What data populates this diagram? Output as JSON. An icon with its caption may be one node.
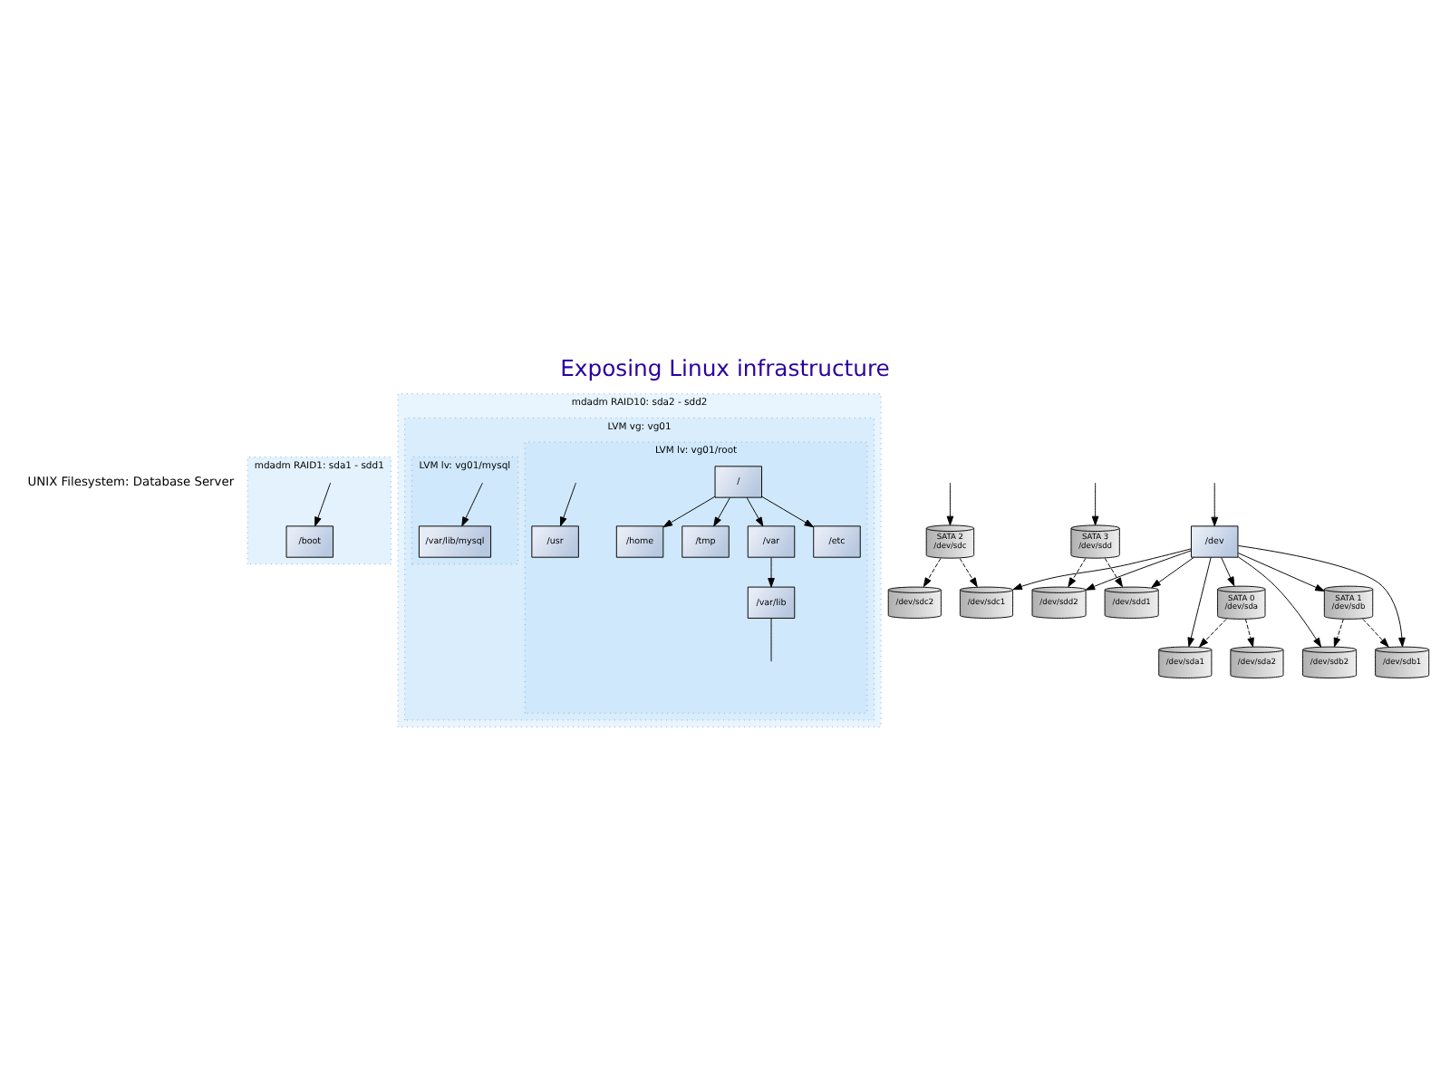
{
  "diagram": {
    "title": "Exposing Linux infrastructure",
    "nodes": [
      {
        "text": [
          "mdadm RAID1: sda1 - sdd1"
        ]
      },
      {
        "text": [
          "/boot"
        ],
        "in": 0
      },
      {
        "text": [
          "mdadm RAID10: sda2 - sdd2"
        ]
      },
      {
        "text": [
          "LVM vg: vg01"
        ],
        "in": 2
      },
      {
        "text": [
          "LVM lv: vg01/root"
        ],
        "in": 3
      },
      {
        "text": [
          "/"
        ],
        "in": 4
      },
      {
        "text": [
          "/usr"
        ],
        "in": 4
      },
      {
        "text": [
          "/var"
        ],
        "in": 4
      },
      {
        "text": [
          "/etc"
        ],
        "in": 4
      },
      {
        "text": [
          "/home"
        ],
        "in": 4
      },
      {
        "text": [
          "/tmp"
        ],
        "in": 4
      },
      {
        "text": [
          "/var/lib"
        ],
        "in": 4
      },
      {
        "text": [
          "LVM lv: vg01/mysql"
        ],
        "in": 3
      },
      {
        "text": [
          "/var/lib/mysql"
        ],
        "in": 12
      },
      {
        "text": [
          "/dev"
        ]
      },
      {
        "text": [
          "SATA 0",
          "/dev/sda"
        ]
      },
      {
        "text": [
          "/dev/sda1"
        ]
      },
      {
        "text": [
          "/dev/sda2"
        ]
      },
      {
        "text": [
          "SATA 1",
          "/dev/sdb"
        ]
      },
      {
        "text": [
          "/dev/sdb1"
        ]
      },
      {
        "text": [
          "/dev/sdb2"
        ]
      },
      {
        "text": [
          "SATA 2",
          "/dev/sdc"
        ]
      },
      {
        "text": [
          "/dev/sdc1"
        ]
      },
      {
        "text": [
          "/dev/sdc2"
        ]
      },
      {
        "text": [
          "SATA 3",
          "/dev/sdd"
        ]
      },
      {
        "text": [
          "/dev/sdd1"
        ]
      },
      {
        "text": [
          "/dev/sdd2"
        ]
      }
    ],
    "edges": [
      {
        "from": null,
        "to": 1,
        "arrow": "to"
      },
      {
        "from": null,
        "to": 6,
        "arrow": "to"
      },
      {
        "from": 5,
        "to": 7,
        "arrow": "to"
      },
      {
        "from": 7,
        "to": 11,
        "arrow": "to"
      },
      {
        "from": 5,
        "to": 8,
        "arrow": "to"
      },
      {
        "from": 5,
        "to": 9,
        "arrow": "to"
      },
      {
        "from": 5,
        "to": 10,
        "arrow": "to"
      },
      {
        "from": 11,
        "to": null,
        "arrow": "none"
      },
      {
        "from": null,
        "to": 13,
        "arrow": "to"
      },
      {
        "from": null,
        "to": 14,
        "arrow": "to"
      },
      {
        "from": 14,
        "to": 16,
        "arrow": "to"
      },
      {
        "from": 14,
        "to": 15,
        "arrow": "to"
      },
      {
        "from": 14,
        "to": 19,
        "arrow": "to"
      },
      {
        "from": 14,
        "to": 18,
        "arrow": "to"
      },
      {
        "from": 14,
        "to": 20,
        "arrow": "to"
      },
      {
        "from": 14,
        "to": 22,
        "arrow": "to"
      },
      {
        "from": null,
        "to": 21,
        "arrow": "to"
      },
      {
        "from": 14,
        "to": 25,
        "arrow": "to"
      },
      {
        "from": null,
        "to": 24,
        "arrow": "to"
      },
      {
        "from": 14,
        "to": 26,
        "arrow": "to"
      },
      {
        "from": 15,
        "to": 16,
        "arrow": "to",
        "style": "dashed"
      },
      {
        "from": 15,
        "to": 17,
        "arrow": "to",
        "style": "dashed"
      },
      {
        "from": 18,
        "to": 19,
        "arrow": "to",
        "style": "dashed"
      },
      {
        "from": 18,
        "to": 20,
        "arrow": "to",
        "style": "dashed"
      },
      {
        "from": 21,
        "to": 22,
        "arrow": "to",
        "style": "dashed"
      },
      {
        "from": 21,
        "to": 23,
        "arrow": "to",
        "style": "dashed"
      },
      {
        "from": 24,
        "to": 25,
        "arrow": "to",
        "style": "dashed"
      },
      {
        "from": 24,
        "to": 26,
        "arrow": "to",
        "style": "dashed"
      }
    ],
    "labels": [
      "UNIX Filesystem: Database Server"
    ]
  }
}
